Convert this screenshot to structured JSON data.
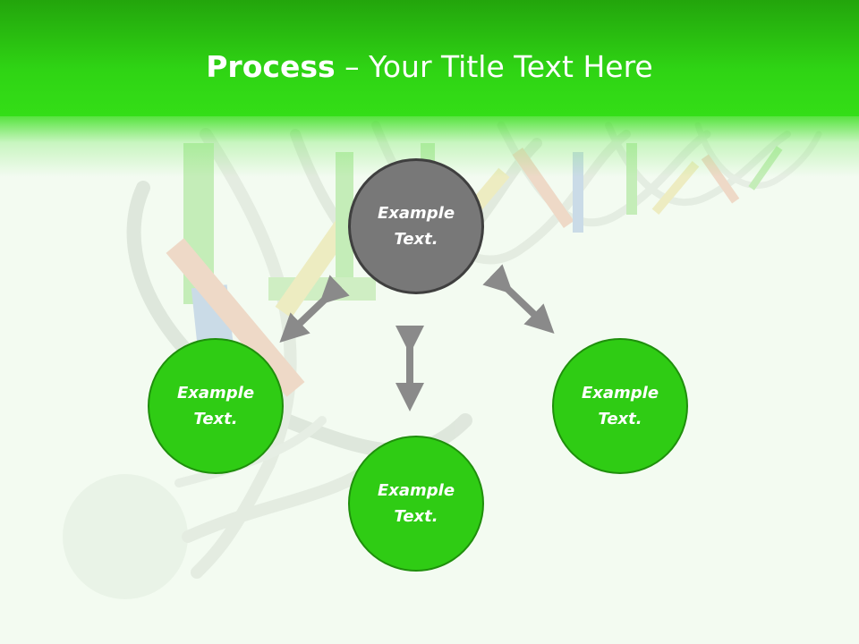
{
  "slide": {
    "title_bold": "Process",
    "title_rest": " – Your Title Text Here",
    "nodes": {
      "center": "Example\nText.",
      "left": "Example\nText.",
      "bottom": "Example\nText.",
      "right": "Example\nText."
    }
  },
  "colors": {
    "header": "#2fd414",
    "node_green": "#2fcc14",
    "node_gray": "#787878",
    "arrow": "#8a8a8a"
  },
  "icons": {
    "arrows": "double-headed-arrow",
    "background": "dna-helix-illustration"
  }
}
